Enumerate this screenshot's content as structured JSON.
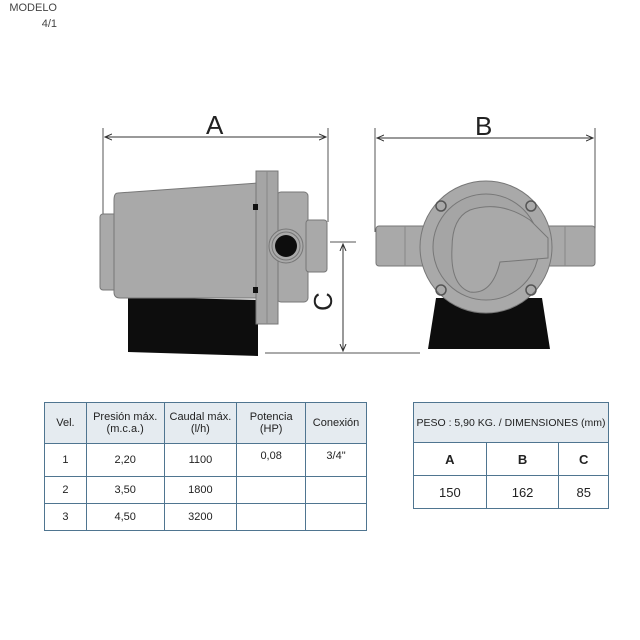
{
  "model": {
    "label": "MODELO",
    "value": "4/1"
  },
  "dimension_labels": {
    "a": "A",
    "b": "B",
    "c": "C"
  },
  "spec_table": {
    "headers": [
      "Vel.",
      "Presión máx. (m.c.a.)",
      "Caudal máx. (l/h)",
      "Potencia (HP)",
      "Conexión"
    ],
    "rows": [
      [
        "1",
        "2,20",
        "1100",
        "0,08",
        "3/4\""
      ],
      [
        "2",
        "3,50",
        "1800",
        "",
        ""
      ],
      [
        "3",
        "4,50",
        "3200",
        "",
        ""
      ]
    ]
  },
  "dims_table": {
    "title": "PESO : 5,90 KG. / DIMENSIONES (mm)",
    "headers": [
      "A",
      "B",
      "C"
    ],
    "values": [
      "150",
      "162",
      "85"
    ]
  }
}
